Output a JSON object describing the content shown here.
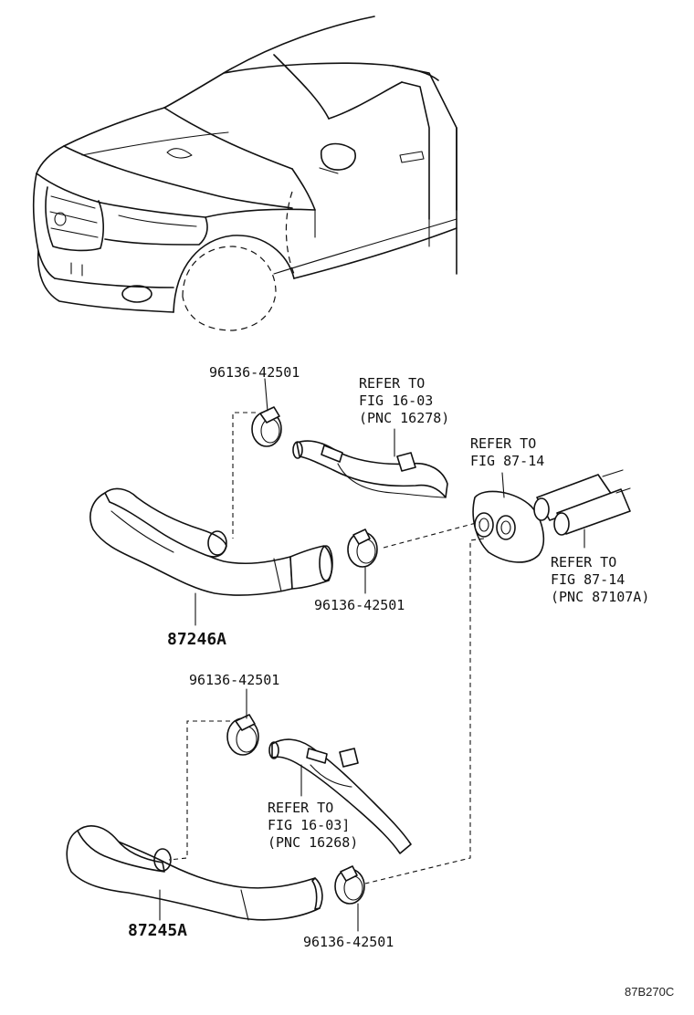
{
  "labels": {
    "clamp_upper_left": "96136-42501",
    "clamp_upper_right": "96136-42501",
    "clamp_lower_left": "96136-42501",
    "clamp_lower_right": "96136-42501",
    "hose_upper": "87246A",
    "hose_lower": "87245A",
    "refer_upper_pipe": [
      "REFER TO",
      "FIG 16-03",
      "(PNC 16278)"
    ],
    "refer_grommet": [
      "REFER TO",
      "FIG 87-14"
    ],
    "refer_heater_pipes": [
      "REFER TO",
      "FIG 87-14",
      "(PNC 87107A)"
    ],
    "refer_lower_pipe": [
      "REFER TO",
      "FIG 16-03]",
      "(PNC 16268)"
    ],
    "figure_code": "87B270C"
  }
}
